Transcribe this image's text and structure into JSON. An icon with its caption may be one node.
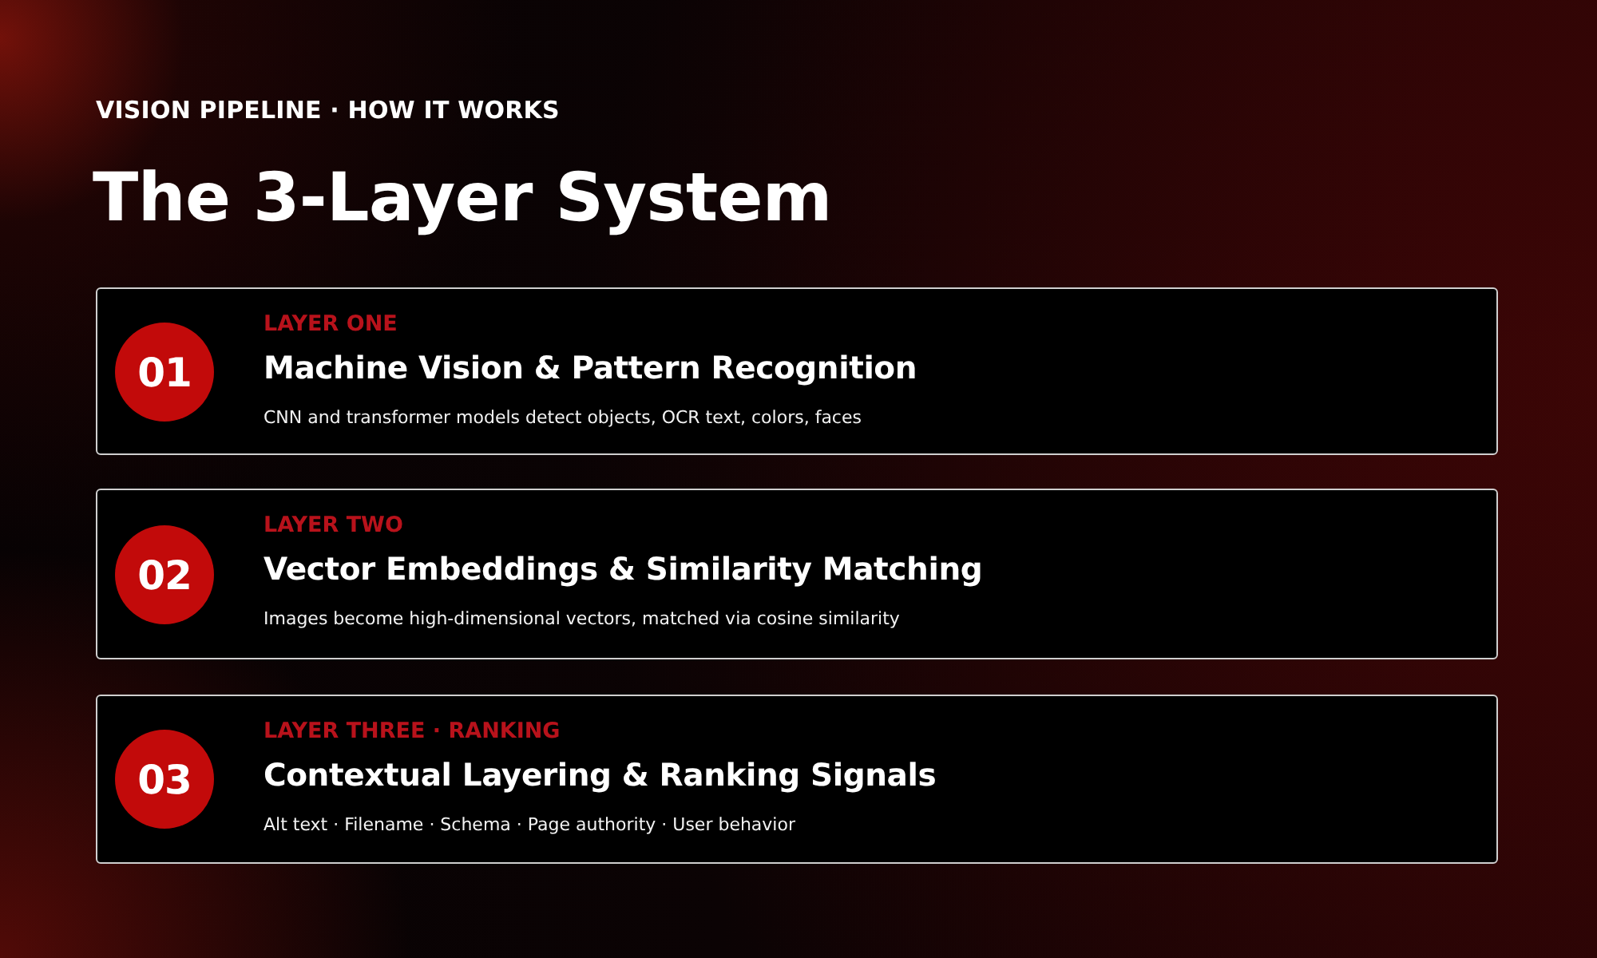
{
  "diagram": {
    "title": "The 3-Layer System",
    "nodes": [
      {
        "text": [
          "LAYER ONE",
          "Machine Vision & Pattern Recognition",
          "CNN and transformer models detect objects, OCR text, colors, faces"
        ]
      },
      {
        "text": [
          "01"
        ],
        "in": 0
      },
      {
        "text": [
          "LAYER TWO",
          "Vector Embeddings & Similarity Matching",
          "Images become high-dimensional vectors, matched via cosine similarity"
        ]
      },
      {
        "text": [
          "02"
        ],
        "in": 2
      },
      {
        "text": [
          "LAYER THREE · RANKING",
          "Contextual Layering & Ranking Signals",
          "Alt text · Filename · Schema · Page authority · User behavior"
        ]
      },
      {
        "text": [
          "03"
        ],
        "in": 4
      }
    ],
    "labels": [
      "VISION PIPELINE · HOW IT WORKS"
    ]
  }
}
